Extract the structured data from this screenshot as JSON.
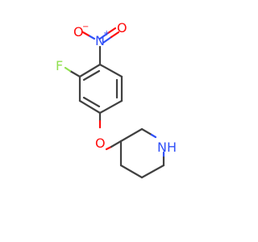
{
  "molecule": {
    "atoms": {
      "oxide_O": {
        "label": "O",
        "color": "#ff0d0d"
      },
      "oxide_charge": {
        "label": "−",
        "color": "#ff0d0d"
      },
      "nitro_N": {
        "label": "N",
        "color": "#3050f8"
      },
      "nitro_charge": {
        "label": "+",
        "color": "#3050f8"
      },
      "nitro_O": {
        "label": "O",
        "color": "#ff0d0d"
      },
      "fluorine": {
        "label": "F",
        "color": "#90e050"
      },
      "ether_O": {
        "label": "O",
        "color": "#ff0d0d"
      },
      "amine_NH": {
        "label": "NH",
        "color": "#3050f8"
      }
    },
    "bond_color": "#404040"
  }
}
